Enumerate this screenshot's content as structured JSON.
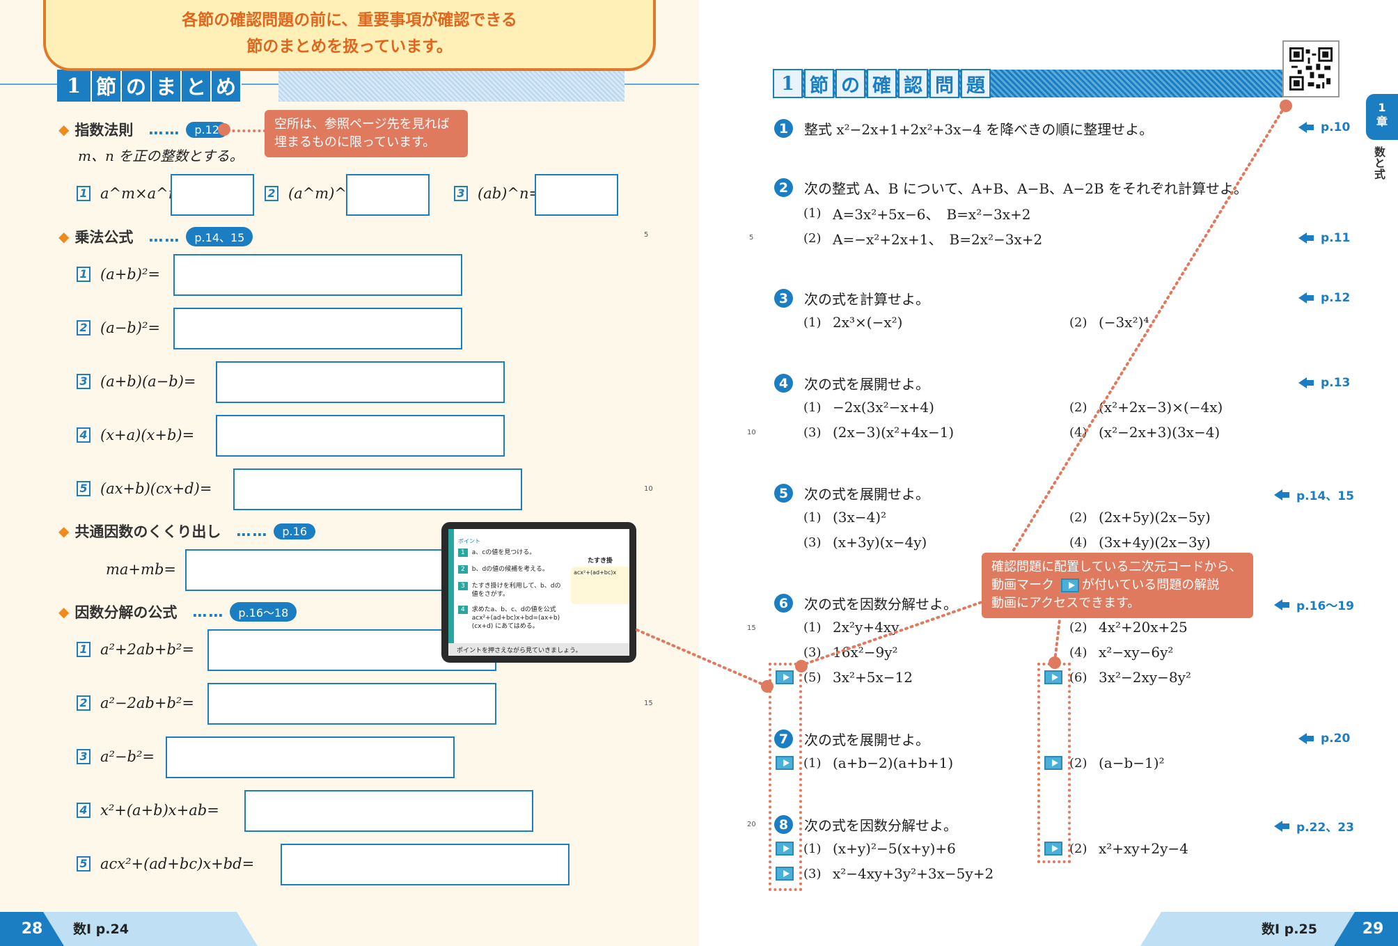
{
  "top_callout": {
    "line1": "各節の確認問題の前に、重要事項が確認できる",
    "line2": "節のまとめを扱っています。"
  },
  "left": {
    "section_chars": [
      "1",
      "節",
      "の",
      "ま",
      "と",
      "め"
    ],
    "note_bubble": {
      "line1": "空所は、参照ページ先を見れば",
      "line2": "埋まるものに限っています。"
    },
    "h1": {
      "title": "指数法則",
      "dots": "……",
      "page": "p.12"
    },
    "h1_condition": "m、n を正の整数とする。",
    "h1_items": [
      {
        "num": "1",
        "formula": "a^m×a^n="
      },
      {
        "num": "2",
        "formula": "(a^m)^n="
      },
      {
        "num": "3",
        "formula": "(ab)^n="
      }
    ],
    "h2": {
      "title": "乗法公式",
      "dots": "……",
      "page": "p.14、15"
    },
    "h2_items": [
      {
        "num": "1",
        "formula": "(a+b)²="
      },
      {
        "num": "2",
        "formula": "(a−b)²="
      },
      {
        "num": "3",
        "formula": "(a+b)(a−b)="
      },
      {
        "num": "4",
        "formula": "(x+a)(x+b)="
      },
      {
        "num": "5",
        "formula": "(ax+b)(cx+d)="
      }
    ],
    "h3": {
      "title": "共通因数のくくり出し",
      "dots": "……",
      "page": "p.16"
    },
    "h3_formula": "ma+mb=",
    "h4": {
      "title": "因数分解の公式",
      "dots": "……",
      "page": "p.16〜18"
    },
    "h4_items": [
      {
        "num": "1",
        "formula": "a²+2ab+b²="
      },
      {
        "num": "2",
        "formula": "a²−2ab+b²="
      },
      {
        "num": "3",
        "formula": "a²−b²="
      },
      {
        "num": "4",
        "formula": "x²+(a+b)x+ab="
      },
      {
        "num": "5",
        "formula": "acx²+(ad+bc)x+bd="
      }
    ],
    "tablet": {
      "header": "ポイント",
      "steps": [
        {
          "n": "1",
          "text": "a、cの値を見つける。"
        },
        {
          "n": "2",
          "text": "b、dの値の候補を考える。"
        },
        {
          "n": "3",
          "text": "たすき掛けを利用して、b、dの値をさがす。"
        },
        {
          "n": "4",
          "text": "求めたa、b、c、dの値を公式 acx²+(ad+bc)x+bd=(ax+b)(cx+d) にあてはめる。"
        }
      ],
      "side_title": "たすき掛",
      "side_formula": "acx²+(ad+bc)x",
      "footer": "ポイントを押さえながら見ていきましょう。"
    },
    "line_numbers": [
      "5",
      "10",
      "15"
    ],
    "footer": {
      "page": "28",
      "label": "数Ⅰ p.24"
    }
  },
  "right": {
    "section_chars": [
      "1",
      "節",
      "の",
      "確",
      "認",
      "問",
      "題"
    ],
    "chapter_tab": {
      "num": "1",
      "label": "章",
      "sub": "数と式"
    },
    "video_note": {
      "line1": "確認問題に配置している二次元コードから、",
      "line2a": "動画マーク",
      "line2b": "が付いている問題の解説",
      "line3": "動画にアクセスできます。"
    },
    "problems": [
      {
        "num": "1",
        "text": "整式 x²−2x+1+2x²+3x−4 を降べきの順に整理せよ。",
        "ref": "p.10"
      },
      {
        "num": "2",
        "text": "次の整式 A、B について、A+B、A−B、A−2B をそれぞれ計算せよ。",
        "ref": "p.11",
        "subs": [
          {
            "label": "(1)",
            "text": "A=3x²+5x−6、　B=x²−3x+2"
          },
          {
            "label": "(2)",
            "text": "A=−x²+2x+1、　B=2x²−3x+2"
          }
        ]
      },
      {
        "num": "3",
        "text": "次の式を計算せよ。",
        "ref": "p.12",
        "subs": [
          {
            "label": "(1)",
            "text": "2x³×(−x²)"
          },
          {
            "label": "(2)",
            "text": "(−3x²)⁴"
          }
        ]
      },
      {
        "num": "4",
        "text": "次の式を展開せよ。",
        "ref": "p.13",
        "subs": [
          {
            "label": "(1)",
            "text": "−2x(3x²−x+4)"
          },
          {
            "label": "(2)",
            "text": "(x²+2x−3)×(−4x)"
          },
          {
            "label": "(3)",
            "text": "(2x−3)(x²+4x−1)"
          },
          {
            "label": "(4)",
            "text": "(x²−2x+3)(3x−4)"
          }
        ]
      },
      {
        "num": "5",
        "text": "次の式を展開せよ。",
        "ref": "p.14、15",
        "subs": [
          {
            "label": "(1)",
            "text": "(3x−4)²"
          },
          {
            "label": "(2)",
            "text": "(2x+5y)(2x−5y)"
          },
          {
            "label": "(3)",
            "text": "(x+3y)(x−4y)"
          },
          {
            "label": "(4)",
            "text": "(3x+4y)(2x−3y)"
          }
        ]
      },
      {
        "num": "6",
        "text": "次の式を因数分解せよ。",
        "ref": "p.16〜19",
        "subs": [
          {
            "label": "(1)",
            "text": "2x²y+4xy"
          },
          {
            "label": "(2)",
            "text": "4x²+20x+25"
          },
          {
            "label": "(3)",
            "text": "16x²−9y²"
          },
          {
            "label": "(4)",
            "text": "x²−xy−6y²"
          },
          {
            "label": "(5)",
            "text": "3x²+5x−12"
          },
          {
            "label": "(6)",
            "text": "3x²−2xy−8y²"
          }
        ]
      },
      {
        "num": "7",
        "text": "次の式を展開せよ。",
        "ref": "p.20",
        "subs": [
          {
            "label": "(1)",
            "text": "(a+b−2)(a+b+1)"
          },
          {
            "label": "(2)",
            "text": "(a−b−1)²"
          }
        ]
      },
      {
        "num": "8",
        "text": "次の式を因数分解せよ。",
        "ref": "p.22、23",
        "subs": [
          {
            "label": "(1)",
            "text": "(x+y)²−5(x+y)+6"
          },
          {
            "label": "(2)",
            "text": "x²+xy+2y−4"
          },
          {
            "label": "(3)",
            "text": "x²−4xy+3y²+3x−5y+2"
          }
        ]
      }
    ],
    "line_numbers": [
      "5",
      "10",
      "15",
      "20"
    ],
    "footer": {
      "page": "29",
      "label": "数Ⅰ p.25"
    }
  },
  "colors": {
    "accent_blue": "#1b7dc2",
    "callout_orange": "#e07a5f",
    "paper_cream": "#fdf8ea"
  }
}
